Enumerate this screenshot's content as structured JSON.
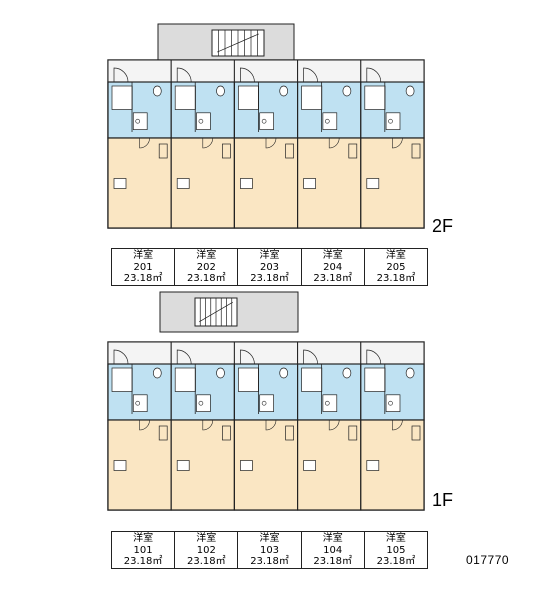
{
  "colors": {
    "living": "#fae6c3",
    "wet_area": "#bfe1f2",
    "common": "#dcdcdc",
    "wall": "#222222",
    "balcony": "#ffffff"
  },
  "floors": [
    {
      "label": "2F",
      "units": [
        {
          "type": "洋室",
          "number": "201",
          "area": "23.18㎡"
        },
        {
          "type": "洋室",
          "number": "202",
          "area": "23.18㎡"
        },
        {
          "type": "洋室",
          "number": "203",
          "area": "23.18㎡"
        },
        {
          "type": "洋室",
          "number": "204",
          "area": "23.18㎡"
        },
        {
          "type": "洋室",
          "number": "205",
          "area": "23.18㎡"
        }
      ]
    },
    {
      "label": "1F",
      "units": [
        {
          "type": "洋室",
          "number": "101",
          "area": "23.18㎡"
        },
        {
          "type": "洋室",
          "number": "102",
          "area": "23.18㎡"
        },
        {
          "type": "洋室",
          "number": "103",
          "area": "23.18㎡"
        },
        {
          "type": "洋室",
          "number": "104",
          "area": "23.18㎡"
        },
        {
          "type": "洋室",
          "number": "105",
          "area": "23.18㎡"
        }
      ]
    }
  ],
  "plan_code": "017770"
}
